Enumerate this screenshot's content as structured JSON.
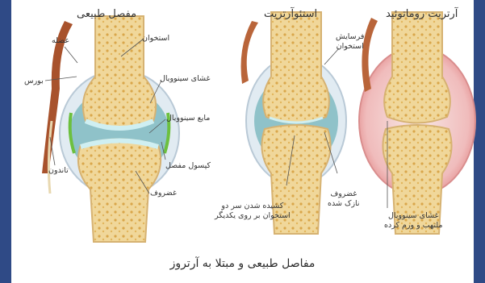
{
  "titles": {
    "normal_joint": "مفصل طبیعی",
    "osteoarthritis": "استئوآرتریت",
    "rheumatoid": "آرتریت روماتوئید"
  },
  "labels": {
    "muscle": "عضله",
    "bursa": "بورس",
    "tendon": "تاندون",
    "bone": "استخوان",
    "synovial_membrane": "غشای سینوویال",
    "synovial_fluid": "مایع سینوویال",
    "joint_capsule": "کپسول مفصل",
    "cartilage": "غضروف",
    "bone_erosion_line1": "فرسایش",
    "bone_erosion_line2": "استخوان",
    "worn_cartilage_line1": "غضروف",
    "worn_cartilage_line2": "نازک شده",
    "bone_contact_line1": "کشیده شدن سر دو",
    "bone_contact_line2": "استخوان بر روی یکدیگر",
    "inflamed_membrane_line1": "غشای سینوویال",
    "inflamed_membrane_line2": "ملتهب و ورم کرده"
  },
  "caption": "مفاصل طبیعی و مبتلا به آرتروز",
  "colors": {
    "border": "#2f4a86",
    "bone": "#f0dca0",
    "marrow": "#e7b95a",
    "cartilage": "#bfe4e9",
    "fluid": "#7fb7c0",
    "membrane": "#7ac84a",
    "capsule": "#dfe9f0",
    "muscle": "#a8522c",
    "inflamed": "#f2c2c0"
  }
}
